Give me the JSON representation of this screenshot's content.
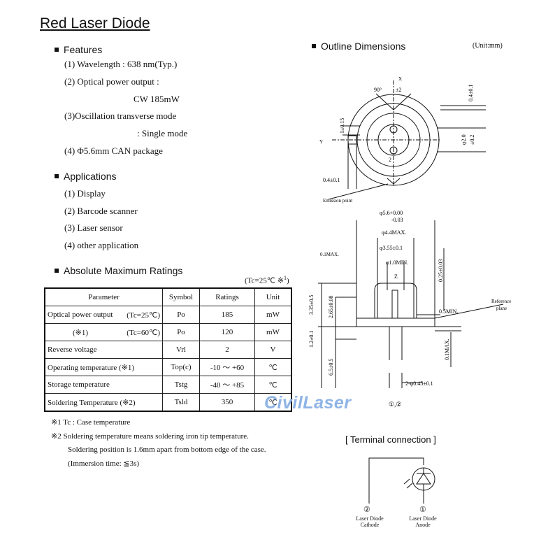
{
  "title": "Red Laser Diode",
  "features": {
    "heading": "Features",
    "items": [
      "(1) Wavelength : 638 nm(Typ.)",
      "(2) Optical power output :",
      "CW 185mW",
      "(3)Oscillation transverse mode",
      ": Single mode",
      "(4) Φ5.6mm CAN package"
    ]
  },
  "applications": {
    "heading": "Applications",
    "items": [
      "(1) Display",
      "(2) Barcode scanner",
      "(3) Laser sensor",
      "(4) other application"
    ]
  },
  "ratings": {
    "heading": "Absolute Maximum Ratings",
    "condition": "(Tc=25℃ ※",
    "condition_sup": "1",
    "condition_close": ")",
    "headers": [
      "Parameter",
      "Symbol",
      "Ratings",
      "Unit"
    ],
    "rows": [
      {
        "param": "Optical power output",
        "cond": "(Tc=25℃)",
        "symbol": "Po",
        "rating": "185",
        "unit": "mW"
      },
      {
        "param": "(※1)",
        "cond": "(Tc=60℃)",
        "symbol": "Po",
        "rating": "120",
        "unit": "mW"
      },
      {
        "param": "Reverse voltage",
        "cond": "",
        "symbol": "Vrl",
        "rating": "2",
        "unit": "V"
      },
      {
        "param": "Operating temperature (※1)",
        "cond": "",
        "symbol": "Top(c)",
        "rating": "-10 ～ +60",
        "unit": "℃"
      },
      {
        "param": "Storage temperature",
        "cond": "",
        "symbol": "Tstg",
        "rating": "-40 ～ +85",
        "unit": "℃"
      },
      {
        "param": "Soldering Temperature (※2)",
        "cond": "",
        "symbol": "Tsld",
        "rating": "350",
        "unit": "℃"
      }
    ]
  },
  "notes": [
    "※1  Tc : Case temperature",
    "※2  Soldering temperature means soldering iron tip temperature.",
    "Soldering position is 1.6mm apart from bottom edge of the case.",
    "(Immersion time: ≦3s)"
  ],
  "outline": {
    "heading": "Outline Dimensions",
    "unit": "(Unit:mm)",
    "labels": {
      "angle": "90°",
      "pm2": "±2",
      "x": "X",
      "y": "Y",
      "pin2": "2",
      "d1": "1±0.15",
      "d_04_top": "0.4±0.1",
      "d_20": "φ2.0",
      "d_pm02": "±0.2",
      "d_04_left": "0.4±0.1",
      "emission": "Emission point",
      "d56": "φ5.6+0.00",
      "d56b": "-0.03",
      "d44": "φ4.4MAX.",
      "d355": "φ3.55±0.1",
      "d10": "φ1.0MIN.",
      "d01": "0.1MAX.",
      "d025": "0.25±0.03",
      "d335": "3.35±0.5",
      "d265": "2.65±0.08",
      "d12": "1.2±0.1",
      "d65": "6.5±0.5",
      "d05": "0.5MIN.",
      "d01b": "0.1MAX.",
      "z": "Z",
      "ref1": "Reference",
      "ref2": "plane",
      "pins": "2-φ0.45±0.1",
      "pinlabel": "①,②"
    }
  },
  "terminal": {
    "heading": "[ Terminal connection ]",
    "cathode_num": "②",
    "anode_num": "①",
    "cathode1": "Laser Diode",
    "cathode2": "Cathode",
    "anode1": "Laser Diode",
    "anode2": "Anode"
  },
  "watermark": "CivilLaser"
}
